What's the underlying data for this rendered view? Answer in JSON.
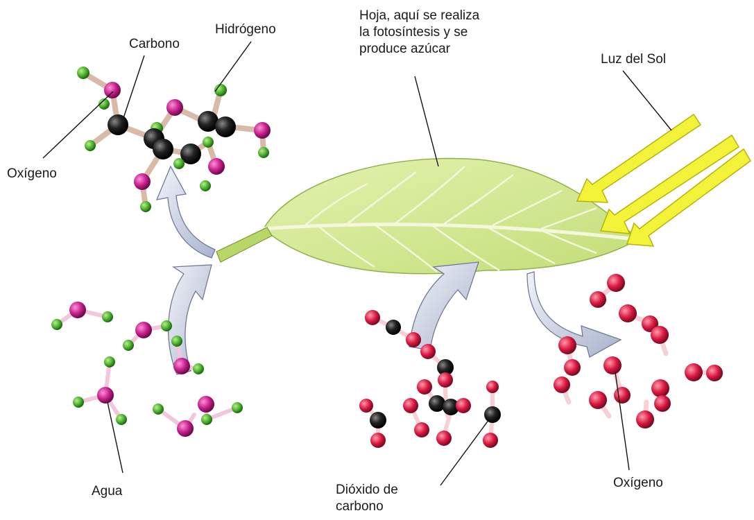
{
  "labels": {
    "carbon": "Carbono",
    "hydrogen": "Hidrógeno",
    "oxygen_top": "Oxígeno",
    "leaf": [
      "Hoja, aquí se realiza",
      "la fotosíntesis y se",
      "produce azúcar"
    ],
    "sun": "Luz del Sol",
    "water": "Agua",
    "co2": [
      "Dióxido de",
      "carbono"
    ],
    "oxygen_bottom": "Oxígeno"
  },
  "colors": {
    "leaf": "#d6ea9a",
    "leaf_vein": "#f3f8dc",
    "sun_arrow": "#f2f238",
    "process_arrow": "#dde3ef",
    "carbon_atom": "#111111",
    "hydrogen_atom": "#4caf2e",
    "oxygen_atom_sugar": "#c41e8a",
    "oxygen_atom_gas": "#d8173f"
  }
}
